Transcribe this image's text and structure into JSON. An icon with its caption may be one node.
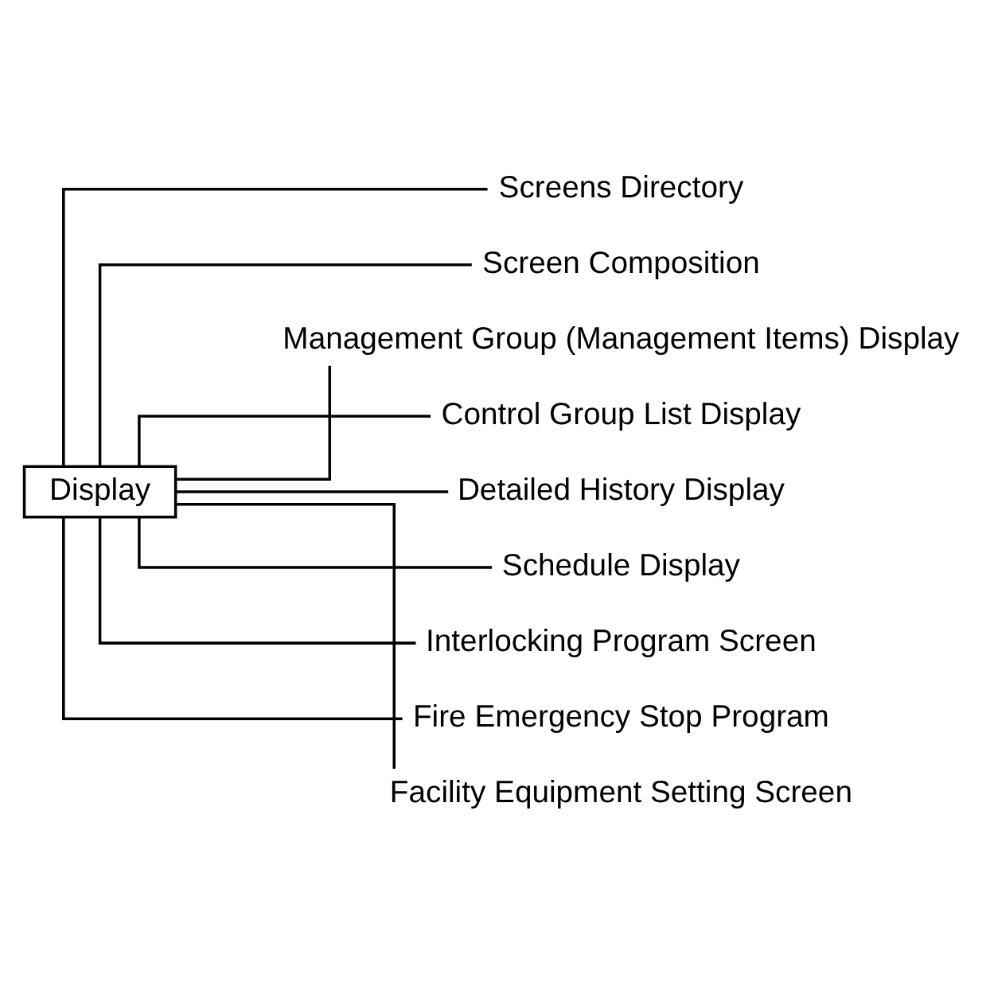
{
  "diagram": {
    "nodes": [
      {
        "text": [
          "Display"
        ]
      },
      {
        "text": [
          "Screens Directory"
        ]
      },
      {
        "text": [
          "Screen Composition"
        ]
      },
      {
        "text": [
          "Management Group (Management Items) Display"
        ]
      },
      {
        "text": [
          "Control Group List Display"
        ]
      },
      {
        "text": [
          "Detailed History Display"
        ]
      },
      {
        "text": [
          "Schedule Display"
        ]
      },
      {
        "text": [
          "Interlocking Program Screen"
        ]
      },
      {
        "text": [
          "Fire Emergency Stop Program"
        ]
      },
      {
        "text": [
          "Facility Equipment Setting Screen"
        ]
      }
    ],
    "edges": [
      {
        "from": 0,
        "to": 1,
        "arrow": "none"
      },
      {
        "from": 0,
        "to": 2,
        "arrow": "none"
      },
      {
        "from": 0,
        "to": 3,
        "arrow": "none"
      },
      {
        "from": 0,
        "to": 4,
        "arrow": "none"
      },
      {
        "from": 0,
        "to": 5,
        "arrow": "none"
      },
      {
        "from": 0,
        "to": 6,
        "arrow": "none"
      },
      {
        "from": 0,
        "to": 7,
        "arrow": "none"
      },
      {
        "from": 0,
        "to": 8,
        "arrow": "none"
      },
      {
        "from": 0,
        "to": 9,
        "arrow": "none"
      }
    ]
  }
}
